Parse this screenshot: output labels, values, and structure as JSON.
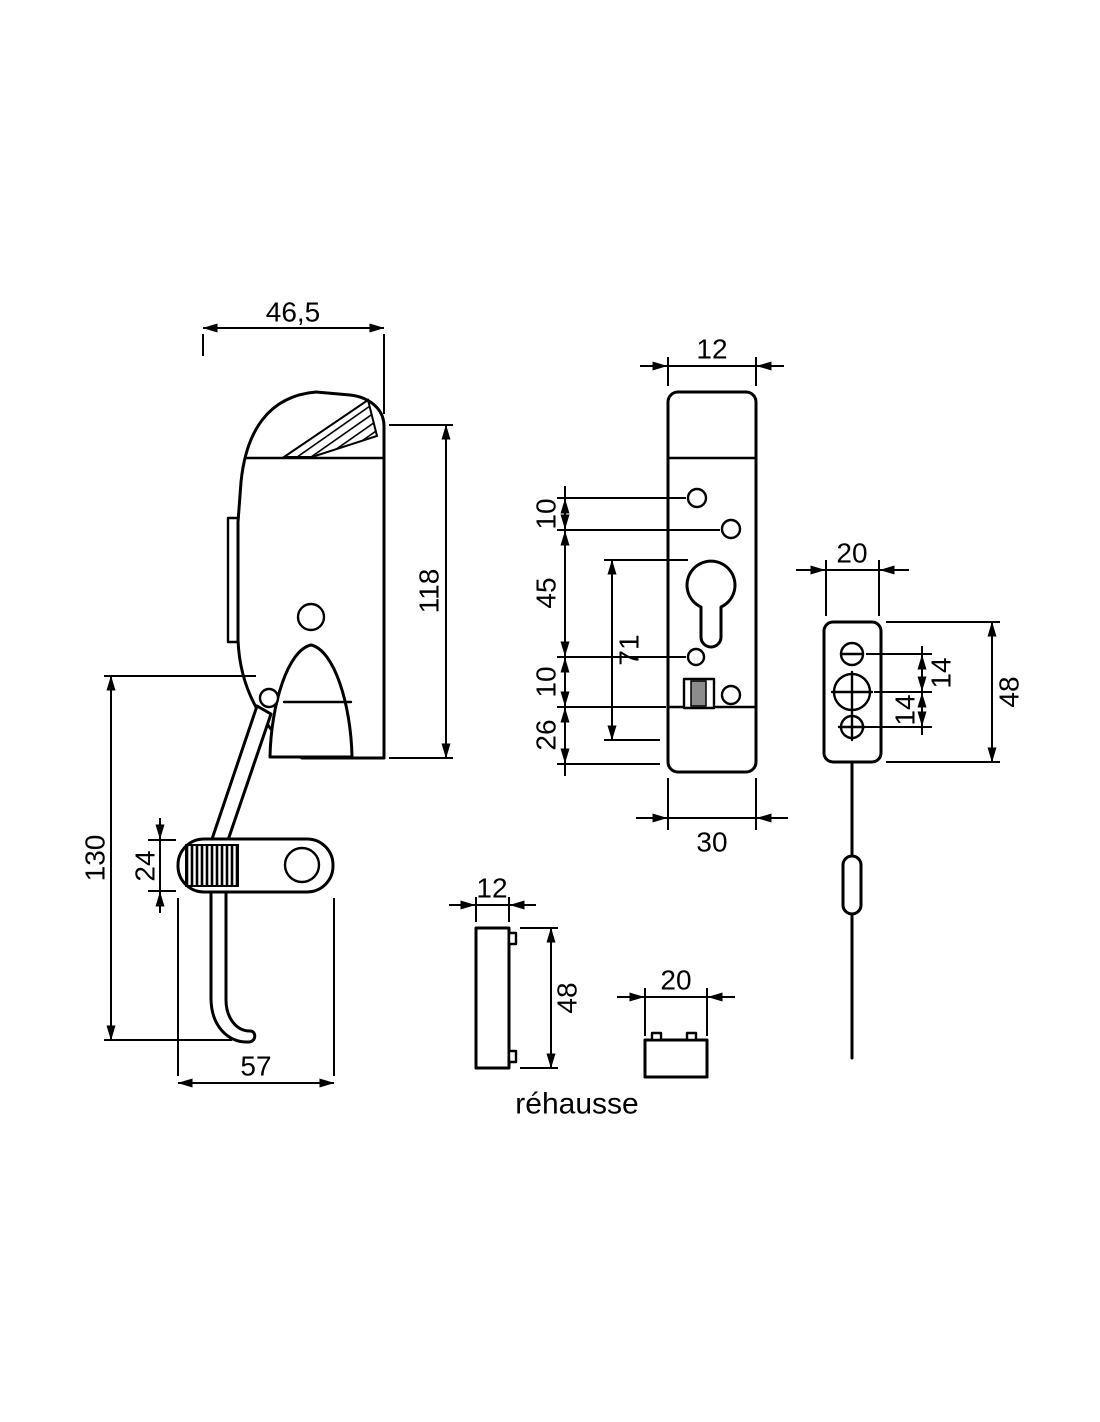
{
  "labels": {
    "riser": "réhausse"
  },
  "side": {
    "dims": {
      "top_width": "46,5",
      "height": "118",
      "overall_height": "130",
      "handle_height": "24",
      "handle_length": "57"
    }
  },
  "front": {
    "dims": {
      "thickness_top": "12",
      "offset_top": "10",
      "cylinder_span": "45",
      "offset_mid": "10",
      "offset_bottom": "26",
      "span_inner": "71",
      "width_bottom": "30"
    }
  },
  "keeper": {
    "dims": {
      "width_top": "20",
      "pitch_upper": "14",
      "pitch_lower": "14",
      "height": "48"
    }
  },
  "spacer": {
    "dims": {
      "width_top": "12",
      "height": "48"
    }
  },
  "block": {
    "dims": {
      "width_top": "20"
    }
  }
}
